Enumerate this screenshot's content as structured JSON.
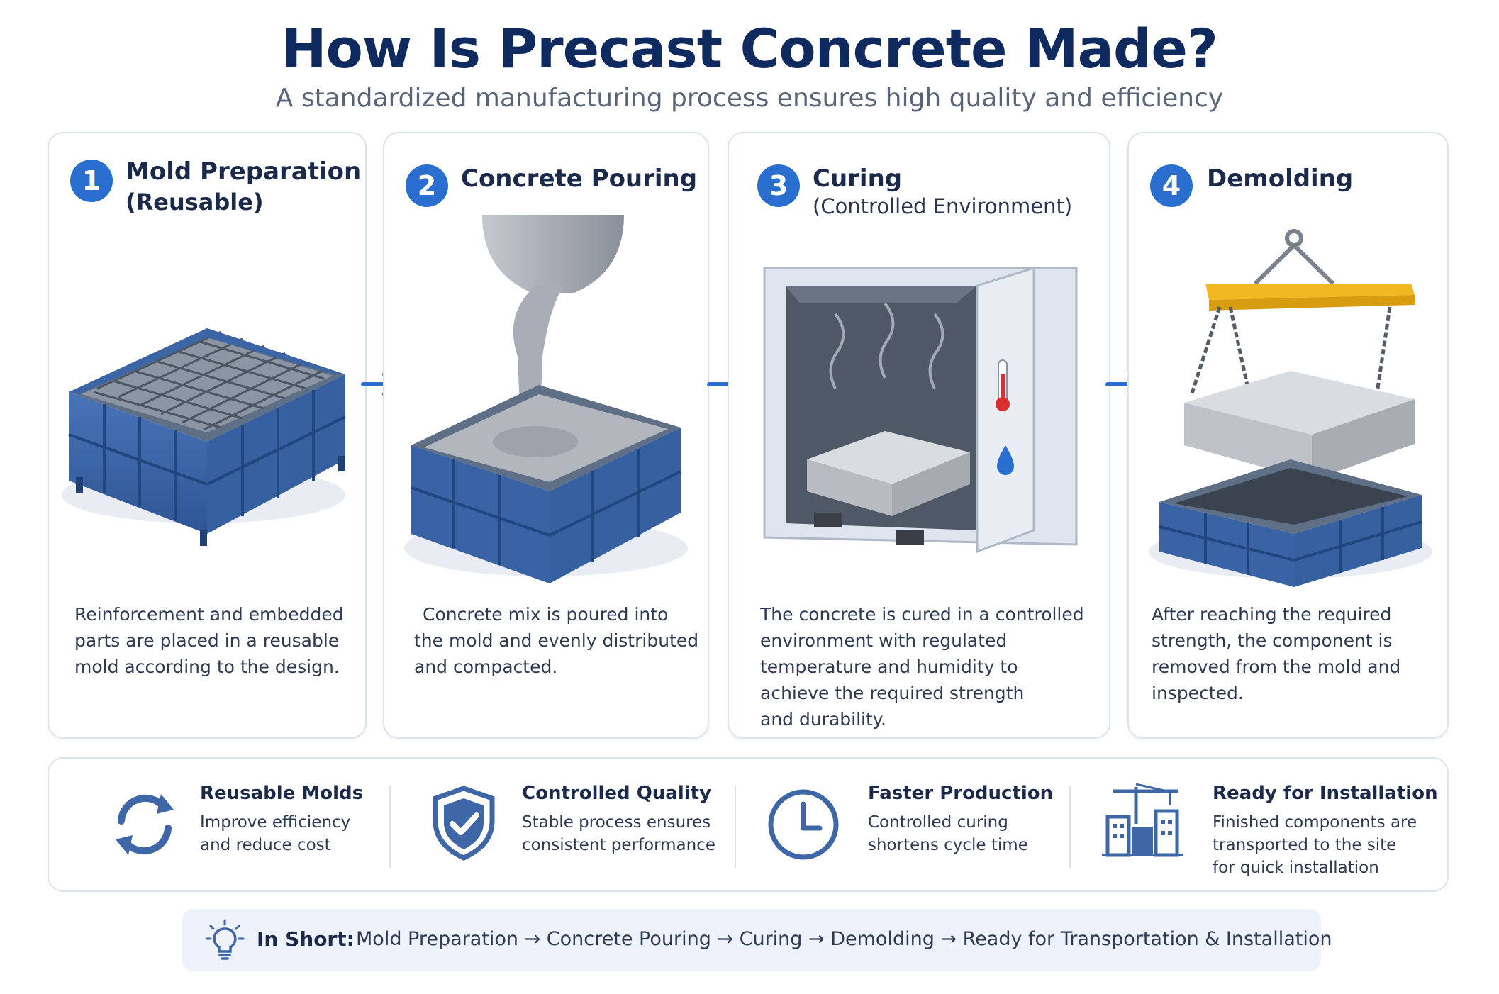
{
  "header": {
    "title": "How Is Precast Concrete Made?",
    "subtitle": "A standardized manufacturing process ensures high quality and efficiency"
  },
  "steps": [
    {
      "number": "1",
      "title": "Mold Preparation",
      "subtitle": "(Reusable)",
      "description": [
        "Reinforcement and embedded",
        "parts are placed in a reusable",
        "mold according to the design."
      ]
    },
    {
      "number": "2",
      "title": "Concrete Pouring",
      "subtitle": "",
      "description": [
        "Concrete mix is poured into",
        "the mold and evenly distributed",
        "and compacted."
      ]
    },
    {
      "number": "3",
      "title": "Curing",
      "subtitle": "(Controlled Environment)",
      "description": [
        "The concrete is cured in a controlled",
        "environment with regulated",
        "temperature and humidity to",
        "achieve the required strength",
        "and durability."
      ]
    },
    {
      "number": "4",
      "title": "Demolding",
      "subtitle": "",
      "description": [
        "After reaching the required",
        "strength, the component is",
        "removed from the mold and",
        "inspected."
      ]
    }
  ],
  "benefits": [
    {
      "icon": "recycle-arrows-icon",
      "title": "Reusable Molds",
      "description": [
        "Improve efficiency",
        "and reduce cost"
      ]
    },
    {
      "icon": "shield-check-icon",
      "title": "Controlled Quality",
      "description": [
        "Stable process ensures",
        "consistent performance"
      ]
    },
    {
      "icon": "clock-icon",
      "title": "Faster Production",
      "description": [
        "Controlled curing",
        "shortens cycle time"
      ]
    },
    {
      "icon": "crane-buildings-icon",
      "title": "Ready for Installation",
      "description": [
        "Finished components are",
        "transported to the site",
        "for quick installation"
      ]
    }
  ],
  "summary": {
    "icon": "lightbulb-icon",
    "label": "In Short:",
    "text": "Mold Preparation → Concrete Pouring → Curing → Demolding → Ready for Transportation & Installation"
  },
  "colors": {
    "title": "#0f2a5e",
    "accent_blue": "#2a6fd0",
    "mold_blue": "#3f67a8",
    "lifting_beam": "#f2b822",
    "concrete_gray": "#c9ccd1",
    "summary_bg": "#eef3fb"
  }
}
